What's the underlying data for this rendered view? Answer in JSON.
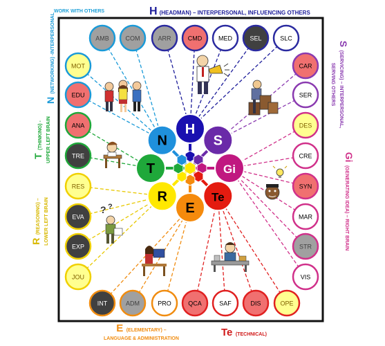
{
  "labels": {
    "work_with_others": "WORK WITH OTHERS",
    "h_letter": "H",
    "h_text": "(HEADMAN) – INTERPERSONAL, INFLUENCING OTHERS",
    "n_letter": "N",
    "n_text": "(NETWORKING) -INTERPERSONAL",
    "t_letter": "T",
    "t_text_line1": "(THINKING) -",
    "t_text_line2": "UPPER LEFT BRAIN",
    "r_letter": "R",
    "r_text_line1": "(REASONING) –",
    "r_text_line2": "LOWER LEFT BRAIN",
    "s_letter": "S",
    "s_text_line1": "(SERVICING) – INTERPERSONAL,",
    "s_text_line2": "SERVING OTHERS",
    "gi_letter": "Gi",
    "gi_text": "(GENERATING IDEA) – RIGHT BRAIN",
    "e_letter": "E",
    "e_text_line1": "(ELEMENTARY) –",
    "e_text_line2": "LANGUAGE & ADMINISTRATION",
    "te_letter": "Te",
    "te_text": "(TECHNICAL)"
  },
  "hub": [
    {
      "id": "H",
      "label": "H",
      "color": "#1a10b0",
      "text": "#ffffff"
    },
    {
      "id": "S",
      "label": "S",
      "color": "#6a2aa8",
      "text": "#ffffff"
    },
    {
      "id": "Gi",
      "label": "Gi",
      "color": "#c01880",
      "text": "#ffffff"
    },
    {
      "id": "Te",
      "label": "Te",
      "color": "#e41b10",
      "text": "#000000"
    },
    {
      "id": "E",
      "label": "E",
      "color": "#f58a0c",
      "text": "#000000"
    },
    {
      "id": "R",
      "label": "R",
      "color": "#ffe800",
      "text": "#000000"
    },
    {
      "id": "T",
      "label": "T",
      "color": "#1fa83a",
      "text": "#000000"
    },
    {
      "id": "N",
      "label": "N",
      "color": "#1f90dc",
      "text": "#000000"
    }
  ],
  "nodes": [
    {
      "label": "AMB",
      "fill": "#a0a0a0",
      "stroke": "#1a9ad8",
      "text": "#404040",
      "group": "N"
    },
    {
      "label": "COM",
      "fill": "#a0a0a0",
      "stroke": "#1a9ad8",
      "text": "#404040",
      "group": "N"
    },
    {
      "label": "ARR",
      "fill": "#a0a0a0",
      "stroke": "#2a2aa0",
      "text": "#404040",
      "group": "H"
    },
    {
      "label": "CMD",
      "fill": "#f07070",
      "stroke": "#2a2aa0",
      "text": "#000000",
      "group": "H"
    },
    {
      "label": "MED",
      "fill": "#ffffff",
      "stroke": "#2a2aa0",
      "text": "#000000",
      "group": "H"
    },
    {
      "label": "SEL",
      "fill": "#404040",
      "stroke": "#2a2aa0",
      "text": "#ffffff",
      "group": "H"
    },
    {
      "label": "SLC",
      "fill": "#ffffff",
      "stroke": "#2a2aa0",
      "text": "#000000",
      "group": "H"
    },
    {
      "label": "CAR",
      "fill": "#f07070",
      "stroke": "#8a3ab0",
      "text": "#000000",
      "group": "S"
    },
    {
      "label": "SER",
      "fill": "#ffffff",
      "stroke": "#8a3ab0",
      "text": "#000000",
      "group": "S"
    },
    {
      "label": "DES",
      "fill": "#ffff90",
      "stroke": "#d0308a",
      "text": "#806000",
      "group": "Gi"
    },
    {
      "label": "CRE",
      "fill": "#ffffff",
      "stroke": "#d0308a",
      "text": "#000000",
      "group": "Gi"
    },
    {
      "label": "SYN",
      "fill": "#f07070",
      "stroke": "#d0308a",
      "text": "#000000",
      "group": "Gi"
    },
    {
      "label": "MAR",
      "fill": "#ffffff",
      "stroke": "#d0308a",
      "text": "#000000",
      "group": "Gi"
    },
    {
      "label": "STR",
      "fill": "#a0a0a0",
      "stroke": "#d0308a",
      "text": "#404040",
      "group": "Gi"
    },
    {
      "label": "VIS",
      "fill": "#ffffff",
      "stroke": "#d0308a",
      "text": "#000000",
      "group": "Gi"
    },
    {
      "label": "OPE",
      "fill": "#ffff90",
      "stroke": "#e02020",
      "text": "#806000",
      "group": "Te"
    },
    {
      "label": "DIS",
      "fill": "#f07070",
      "stroke": "#e02020",
      "text": "#000000",
      "group": "Te"
    },
    {
      "label": "SAF",
      "fill": "#ffffff",
      "stroke": "#e02020",
      "text": "#000000",
      "group": "Te"
    },
    {
      "label": "QCA",
      "fill": "#f07070",
      "stroke": "#e02020",
      "text": "#000000",
      "group": "Te"
    },
    {
      "label": "PRO",
      "fill": "#ffffff",
      "stroke": "#f08c10",
      "text": "#000000",
      "group": "E"
    },
    {
      "label": "ADM",
      "fill": "#a0a0a0",
      "stroke": "#f08c10",
      "text": "#404040",
      "group": "E"
    },
    {
      "label": "INT",
      "fill": "#404040",
      "stroke": "#f08c10",
      "text": "#ffffff",
      "group": "E"
    },
    {
      "label": "JOU",
      "fill": "#ffff90",
      "stroke": "#f0d000",
      "text": "#806000",
      "group": "R"
    },
    {
      "label": "EXP",
      "fill": "#404040",
      "stroke": "#f0d000",
      "text": "#ffffff",
      "group": "R"
    },
    {
      "label": "EVA",
      "fill": "#404040",
      "stroke": "#f0d000",
      "text": "#ffffff",
      "group": "R"
    },
    {
      "label": "RES",
      "fill": "#ffff90",
      "stroke": "#f0d000",
      "text": "#806000",
      "group": "R"
    },
    {
      "label": "TRE",
      "fill": "#404040",
      "stroke": "#1fa83a",
      "text": "#ffffff",
      "group": "T"
    },
    {
      "label": "ANA",
      "fill": "#f07070",
      "stroke": "#1fa83a",
      "text": "#000000",
      "group": "T"
    },
    {
      "label": "EDU",
      "fill": "#f07070",
      "stroke": "#1a9ad8",
      "text": "#000000",
      "group": "N"
    },
    {
      "label": "MOT",
      "fill": "#ffff90",
      "stroke": "#1a9ad8",
      "text": "#806000",
      "group": "N"
    }
  ],
  "colors": {
    "frame": "#111111",
    "N": "#1a9ad8",
    "H": "#1c1c9a",
    "S": "#8a3ab0",
    "Gi": "#d0308a",
    "Te": "#e02020",
    "E": "#f08c10",
    "R": "#e8c800",
    "T": "#1fa83a"
  }
}
